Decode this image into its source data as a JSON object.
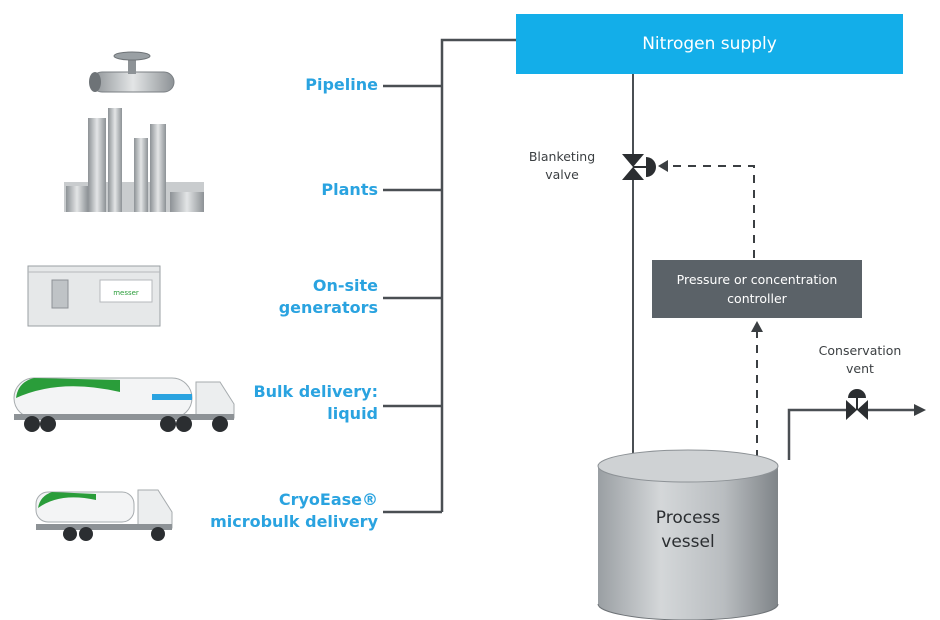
{
  "supply": {
    "label": "Nitrogen supply"
  },
  "sources": [
    {
      "lines": [
        "Pipeline"
      ]
    },
    {
      "lines": [
        "Plants"
      ]
    },
    {
      "lines": [
        "On-site",
        "generators"
      ]
    },
    {
      "lines": [
        "Bulk delivery:",
        "liquid"
      ]
    },
    {
      "lines": [
        "CryoEase®",
        "microbulk delivery"
      ]
    }
  ],
  "blanketing_valve": {
    "line1": "Blanketing",
    "line2": "valve"
  },
  "controller": {
    "line1": "Pressure or concentration",
    "line2": "controller"
  },
  "conservation_vent": {
    "line1": "Conservation",
    "line2": "vent"
  },
  "vessel": {
    "line1": "Process",
    "line2": "vessel"
  },
  "colors": {
    "accent_blue": "#13aee9",
    "label_blue": "#2aa3e0",
    "controller_gray": "#5b6268",
    "line_gray": "#4a4f53",
    "brand_green": "#2a9d3a"
  }
}
